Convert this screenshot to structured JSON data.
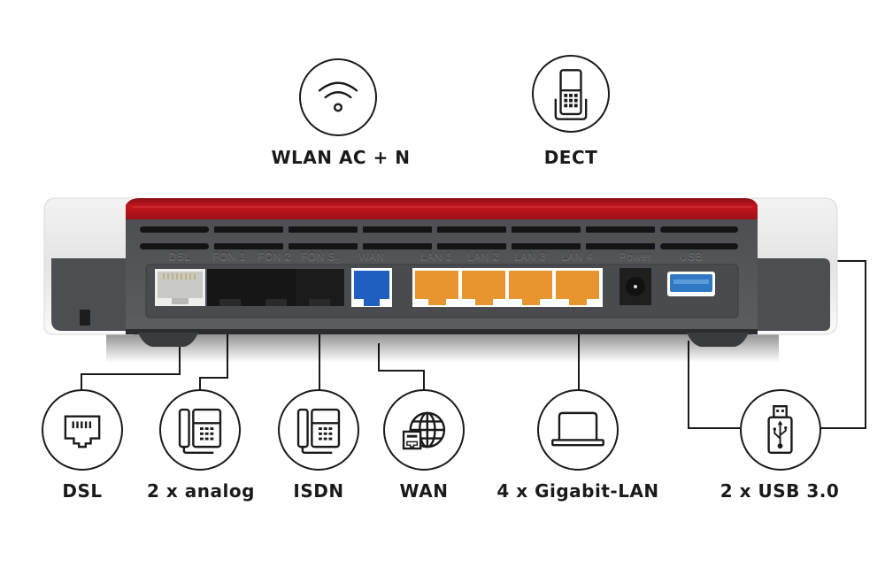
{
  "features_top": [
    {
      "id": "wlan",
      "label": "WLAN AC + N",
      "icon": "wifi-icon"
    },
    {
      "id": "dect",
      "label": "DECT",
      "icon": "cordless-phone-icon"
    }
  ],
  "port_labels": {
    "dsl": "DSL",
    "fon1": "FON 1",
    "fon2": "FON 2",
    "fon_s0": "FON S",
    "fon_s0_sub": "0",
    "wan": "WAN",
    "lan1": "LAN 1",
    "lan2": "LAN 2",
    "lan3": "LAN 3",
    "lan4": "LAN 4",
    "power": "Power",
    "usb": "USB"
  },
  "features_bottom": [
    {
      "id": "dsl",
      "label": "DSL",
      "icon": "ethernet-port-icon"
    },
    {
      "id": "analog",
      "label": "2 x analog",
      "icon": "desk-phone-icon"
    },
    {
      "id": "isdn",
      "label": "ISDN",
      "icon": "desk-phone-icon"
    },
    {
      "id": "wan",
      "label": "WAN",
      "icon": "globe-port-icon"
    },
    {
      "id": "lan",
      "label": "4 x Gigabit-LAN",
      "icon": "laptop-icon"
    },
    {
      "id": "usb",
      "label": "2 x USB 3.0",
      "icon": "usb-stick-icon"
    }
  ],
  "colors": {
    "router_red": "#b0121b",
    "router_body": "#56575b",
    "port_dsl": "#c9c9c6",
    "port_fon": "#161616",
    "port_wan": "#1f5fbf",
    "port_lan": "#e7962f",
    "port_usb": "#2f79c4",
    "line": "#1a1a1a"
  }
}
